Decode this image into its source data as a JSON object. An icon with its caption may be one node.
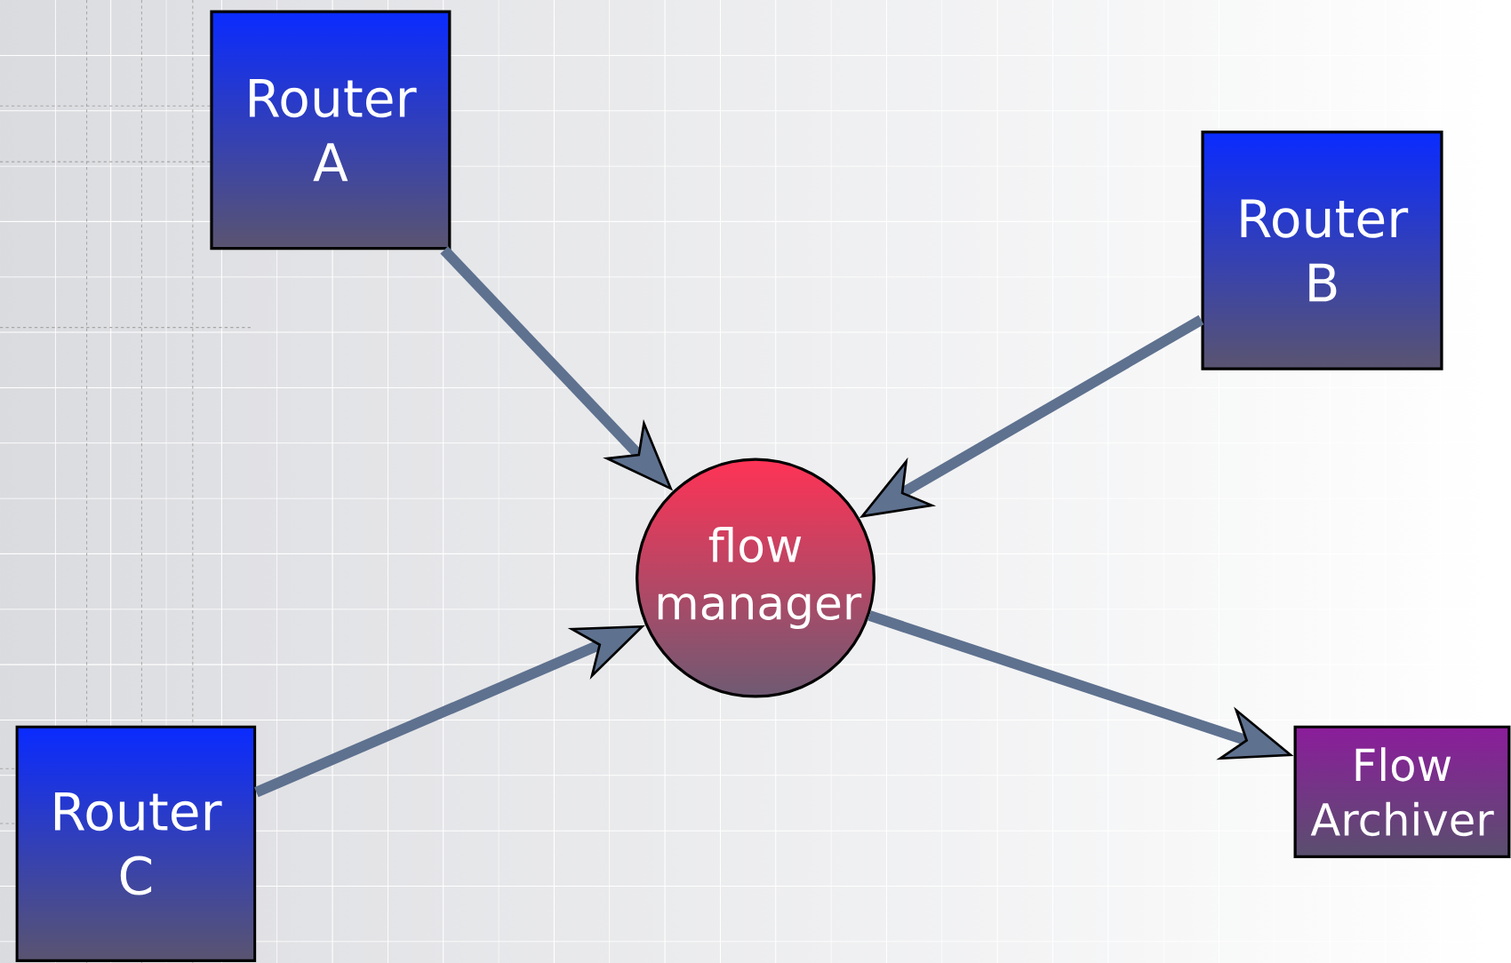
{
  "diagram": {
    "nodes": [
      {
        "text": [
          "Router A"
        ]
      },
      {
        "text": [
          "Router B"
        ]
      },
      {
        "text": [
          "Router C"
        ]
      },
      {
        "text": [
          "flow manager"
        ]
      },
      {
        "text": [
          "Flow Archiver"
        ]
      }
    ],
    "edges": [
      {
        "from": 0,
        "to": 3,
        "arrow": "to"
      },
      {
        "from": 1,
        "to": 3,
        "arrow": "to"
      },
      {
        "from": 2,
        "to": 3,
        "arrow": "to"
      },
      {
        "from": 3,
        "to": 4,
        "arrow": "to"
      }
    ]
  }
}
